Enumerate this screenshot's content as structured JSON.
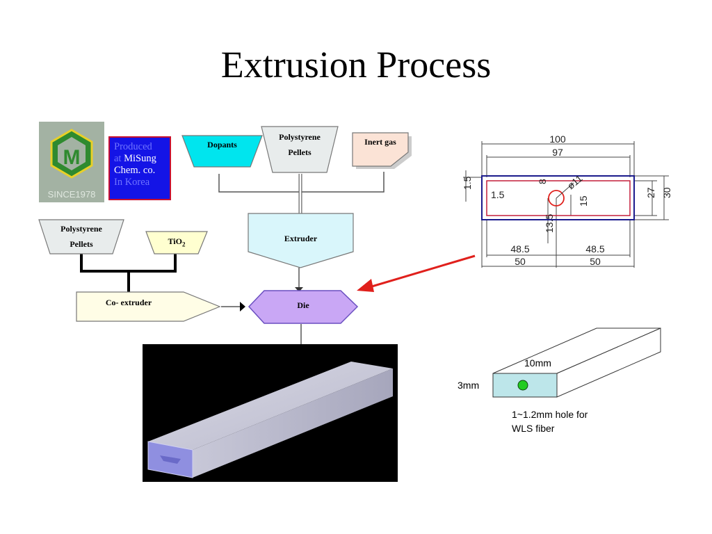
{
  "title": "Extrusion Process",
  "logo": {
    "letter": "M",
    "since": "SINCE1978"
  },
  "producer": {
    "line1": "Produced",
    "line2_prefix": "at ",
    "line2_name": "MiSung",
    "line3": "Chem. co.",
    "line4": "In Korea"
  },
  "flow": {
    "dopants": "Dopants",
    "polystyrene_top_1": "Polystyrene",
    "polystyrene_top_2": "Pellets",
    "inert_gas": "Inert gas",
    "extruder": "Extruder",
    "polystyrene_left_1": "Polystyrene",
    "polystyrene_left_2": "Pellets",
    "tio2_main": "TiO",
    "tio2_sub": "2",
    "co_extruder": "Co- extruder",
    "die": "Die"
  },
  "drawing": {
    "d100": "100",
    "d97": "97",
    "d15_left": "1.5",
    "d15_inner": "1.5",
    "d8": "8",
    "d_hole": "ø11",
    "d15_v": "15",
    "d135": "13.5",
    "d27": "27",
    "d30": "30",
    "d485_l": "48.5",
    "d485_r": "48.5",
    "d50_l": "50",
    "d50_r": "50"
  },
  "bar": {
    "width": "10mm",
    "height": "3mm",
    "hole_line1": "1~1.2mm hole for",
    "hole_line2": "WLS fiber"
  },
  "colors": {
    "dopants": "#00e5ee",
    "pellets": "#e8ecec",
    "inert_gas": "#fbe3d6",
    "extruder": "#d9f6fb",
    "tio2": "#ffffd0",
    "co_extruder": "#fffde6",
    "die": "#c9a7f5",
    "arrow": "#e0201c",
    "bar_face": "#bde6ea",
    "hole": "#22cc22"
  }
}
